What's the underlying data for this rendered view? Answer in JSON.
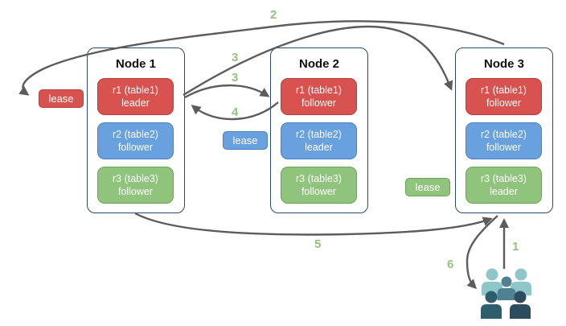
{
  "nodes": [
    {
      "title": "Node 1",
      "ranges": [
        {
          "range": "r1 (table1)",
          "role": "leader",
          "color": "red"
        },
        {
          "range": "r2 (table2)",
          "role": "follower",
          "color": "blue"
        },
        {
          "range": "r3 (table3)",
          "role": "follower",
          "color": "green"
        }
      ]
    },
    {
      "title": "Node 2",
      "ranges": [
        {
          "range": "r1 (table1)",
          "role": "follower",
          "color": "red"
        },
        {
          "range": "r2 (table2)",
          "role": "leader",
          "color": "blue"
        },
        {
          "range": "r3 (table3)",
          "role": "follower",
          "color": "green"
        }
      ]
    },
    {
      "title": "Node 3",
      "ranges": [
        {
          "range": "r1 (table1)",
          "role": "follower",
          "color": "red"
        },
        {
          "range": "r2 (table2)",
          "role": "follower",
          "color": "blue"
        },
        {
          "range": "r3 (table3)",
          "role": "leader",
          "color": "green"
        }
      ]
    }
  ],
  "leases": [
    {
      "label": "lease",
      "color": "red"
    },
    {
      "label": "lease",
      "color": "blue"
    },
    {
      "label": "lease",
      "color": "green"
    }
  ],
  "steps": {
    "s1": "1",
    "s2": "2",
    "s3a": "3",
    "s3b": "3",
    "s4": "4",
    "s5": "5",
    "s6": "6"
  },
  "icons": {
    "clients": "users-group-icon"
  },
  "colors": {
    "range_red": "#d8534f",
    "range_blue": "#68a1dd",
    "range_green": "#90c47d",
    "node_border": "#2a4a6b",
    "arrow_gray": "#5c5c5c",
    "step_green": "#93c47d",
    "users_light": "#8ec6ca",
    "users_mid": "#4e8290",
    "users_dark": "#2e5d6b",
    "users_navy": "#2d4c5e"
  }
}
